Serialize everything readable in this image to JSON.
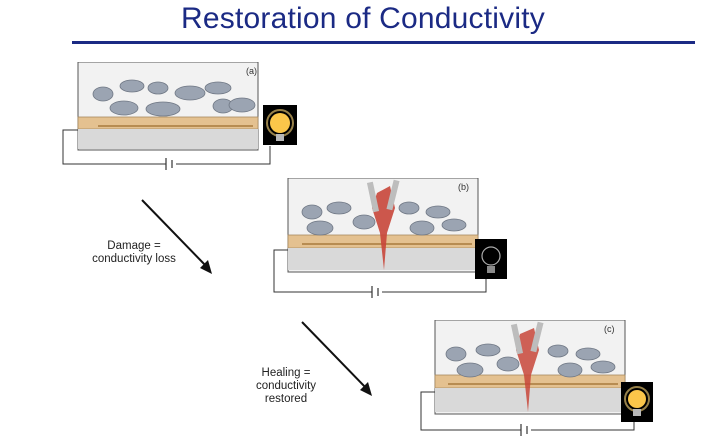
{
  "slide": {
    "title": "Restoration of Conductivity"
  },
  "panels": [
    {
      "label": "(a)",
      "bulb": "bulb-on-icon"
    },
    {
      "label": "(b)",
      "bulb": "bulb-off-icon"
    },
    {
      "label": "(c)",
      "bulb": "bulb-on-icon"
    }
  ],
  "captions": {
    "damage": [
      "Damage =",
      "conductivity loss"
    ],
    "healing": [
      "Healing =",
      "conductivity",
      "restored"
    ]
  },
  "colors": {
    "title": "#1b2a84",
    "substrate": "#e7c79a",
    "capsule": "#9aa3b1",
    "crack": "#c8463a",
    "bulb_on": "#f7b733",
    "bulb_off": "#2a2a2a"
  }
}
